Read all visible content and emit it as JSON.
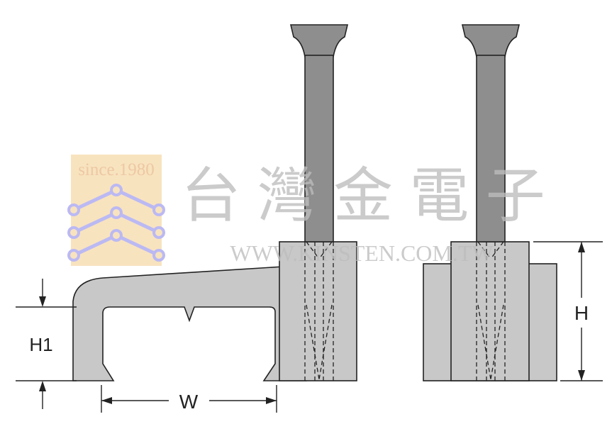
{
  "colors": {
    "part_fill": "#c8c8c8",
    "nail_fill": "#8e8e8e",
    "outline": "#222222",
    "watermark_text": "#bdbdbd",
    "watermark_logo_bg": "#f7dcae",
    "watermark_logo_accent": "#a9a6f0"
  },
  "dimensions": {
    "h1_label": "H1",
    "w_label": "W",
    "h_label": "H"
  },
  "watermark": {
    "since": "since.1980",
    "company_cn": "台 灣 金 電 子",
    "website": "WWW.KINSTEN.COM.TW"
  }
}
